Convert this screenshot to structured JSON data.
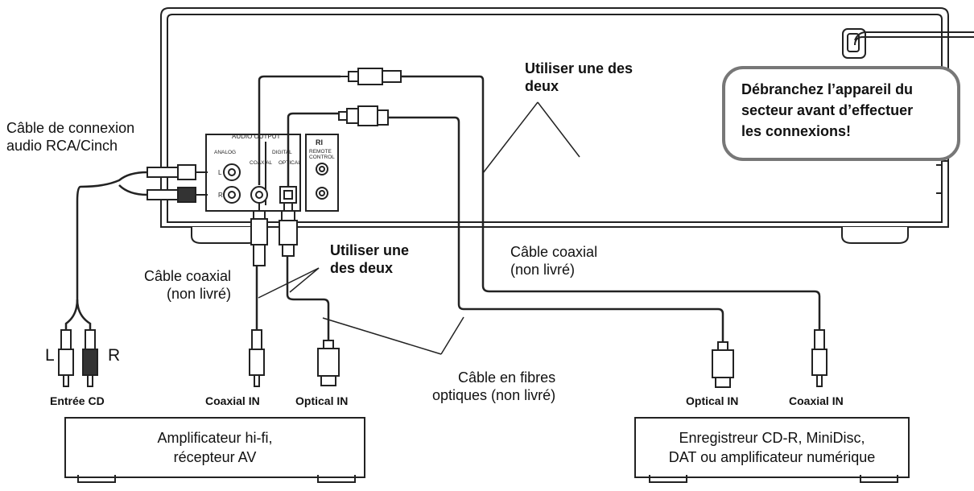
{
  "panel": {
    "audio_output": "AUDIO OUTPUT",
    "analog": "ANALOG",
    "digital": "DIGITAL",
    "coaxial": "COAXIAL",
    "optical": "OPTICAL",
    "ri": "RI",
    "remote_control": [
      "REMOTE",
      "CONTROL"
    ],
    "l": "L",
    "r": "R"
  },
  "labels": {
    "rca_cable": [
      "Câble de connexion",
      "audio RCA/Cinch"
    ],
    "use_one_top": [
      "Utiliser une des",
      "deux"
    ],
    "use_one_mid": [
      "Utiliser une",
      "des deux"
    ],
    "coax_left": [
      "Câble coaxial",
      "(non livré)"
    ],
    "coax_right": [
      "Câble coaxial",
      "(non livré)"
    ],
    "fiber": [
      "Câble en fibres",
      "optiques (non livré)"
    ],
    "plug_l": "L",
    "plug_r": "R"
  },
  "plug_labels": {
    "entree_cd": "Entrée CD",
    "coax_in_left": "Coaxial IN",
    "optical_in_left": "Optical IN",
    "optical_in_right": "Optical IN",
    "coax_in_right": "Coaxial IN"
  },
  "warning": [
    "Débranchez l’appareil du",
    "secteur avant d’effectuer",
    "les connexions!"
  ],
  "devices": {
    "amplifier": [
      "Amplificateur hi-fi,",
      "récepteur AV"
    ],
    "recorder": [
      "Enregistreur CD-R, MiniDisc,",
      "DAT ou amplificateur numérique"
    ]
  }
}
